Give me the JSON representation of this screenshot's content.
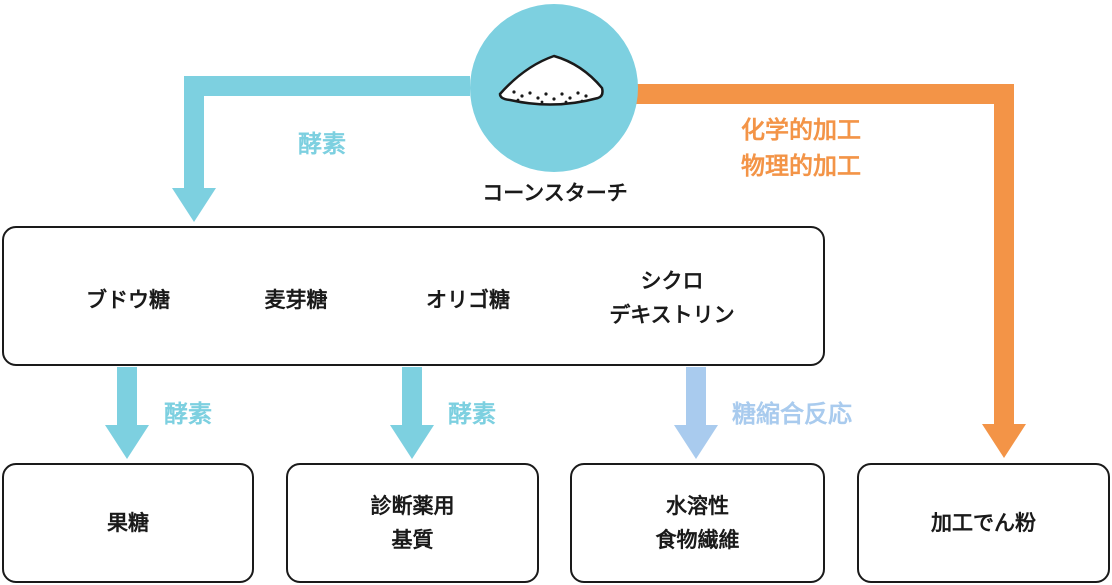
{
  "source": {
    "label": "コーンスターチ",
    "icon": "powder-pile-icon",
    "circle_color": "#7dd0e0"
  },
  "colors": {
    "enzyme_arrow": "#7dd0e0",
    "chemical_arrow": "#f39447",
    "condensation_arrow": "#a9cbee"
  },
  "main_box": {
    "items": [
      "ブドウ糖",
      "麦芽糖",
      "オリゴ糖",
      "シクロ\nデキストリン"
    ]
  },
  "edges": {
    "top_left": "酵素",
    "top_right": "化学的加工\n物理的加工",
    "down_1": "酵素",
    "down_2": "酵素",
    "down_3": "糖縮合反応"
  },
  "products": [
    "果糖",
    "診断薬用\n基質",
    "水溶性\n食物繊維",
    "加工でん粉"
  ]
}
